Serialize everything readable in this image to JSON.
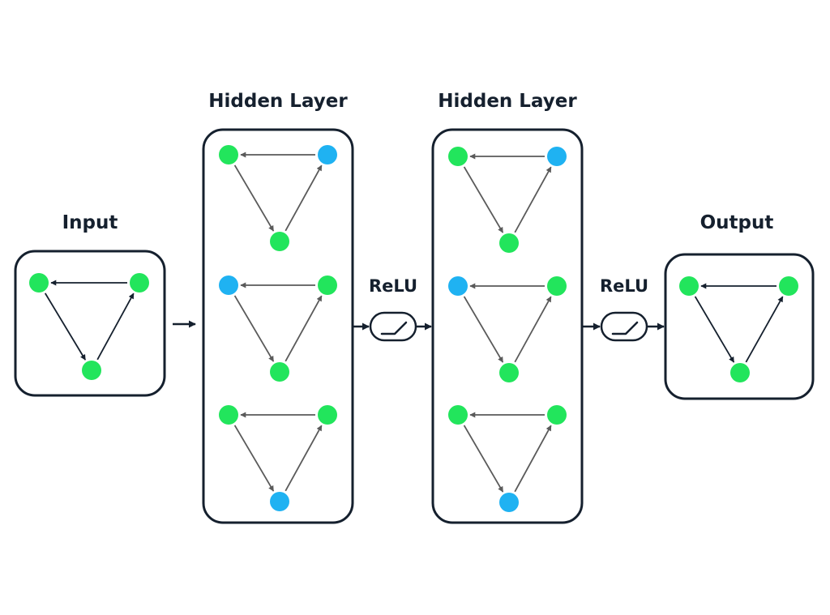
{
  "labels": {
    "input": "Input",
    "hidden1": "Hidden Layer",
    "hidden2": "Hidden Layer",
    "output": "Output",
    "relu1": "ReLU",
    "relu2": "ReLU"
  },
  "colors": {
    "ink": "#15202e",
    "node_green": "#22e55c",
    "node_blue": "#1fb2f2",
    "edge_gray": "#5a5a5a"
  },
  "graphs": {
    "input": [
      {
        "nodes": [
          "green",
          "green",
          "green"
        ]
      }
    ],
    "hidden1": [
      {
        "nodes": [
          "green",
          "blue",
          "green"
        ]
      },
      {
        "nodes": [
          "blue",
          "green",
          "green"
        ]
      },
      {
        "nodes": [
          "green",
          "green",
          "blue"
        ]
      }
    ],
    "hidden2": [
      {
        "nodes": [
          "green",
          "blue",
          "green"
        ]
      },
      {
        "nodes": [
          "blue",
          "green",
          "green"
        ]
      },
      {
        "nodes": [
          "green",
          "green",
          "blue"
        ]
      }
    ],
    "output": [
      {
        "nodes": [
          "green",
          "green",
          "green"
        ]
      }
    ]
  }
}
